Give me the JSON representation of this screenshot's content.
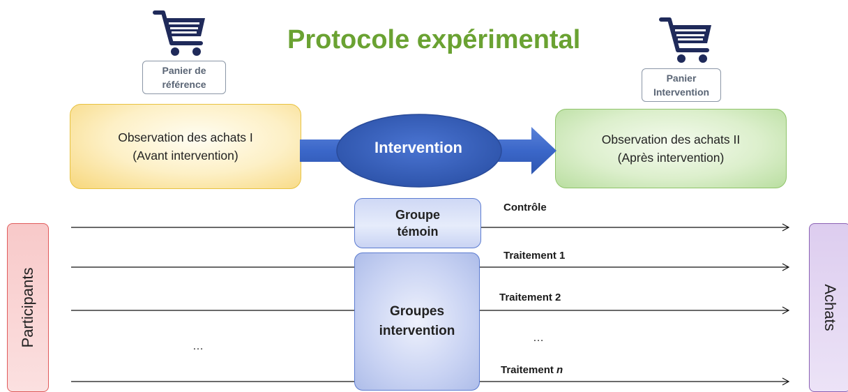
{
  "title": "Protocole expérimental",
  "baskets": {
    "reference": {
      "line1": "Panier de",
      "line2": "référence",
      "icon": "shopping-cart-icon"
    },
    "intervention": {
      "line1": "Panier",
      "line2": "Intervention",
      "icon": "shopping-cart-icon"
    }
  },
  "observation_before": {
    "line1": "Observation des achats I",
    "line2": "(Avant intervention)"
  },
  "observation_after": {
    "line1": "Observation des achats II",
    "line2": "(Après intervention)"
  },
  "intervention_label": "Intervention",
  "control_group": {
    "line1": "Groupe",
    "line2": "témoin"
  },
  "intervention_groups": {
    "line1": "Groupes",
    "line2": "intervention"
  },
  "arms": {
    "control": "Contrôle",
    "treatment1": "Traitement 1",
    "treatment2": "Traitement 2",
    "ellipsis": "…",
    "treatment_n_prefix": "Traitement ",
    "treatment_n_suffix": "n"
  },
  "left_ellipsis": "…",
  "participants_label": "Participants",
  "purchases_label": "Achats",
  "colors": {
    "title": "#6aa232",
    "cart": "#1f2a5a",
    "intervention_arrow": "#3b67c9",
    "participants": "#e05a5a",
    "purchases": "#8a60b4"
  }
}
